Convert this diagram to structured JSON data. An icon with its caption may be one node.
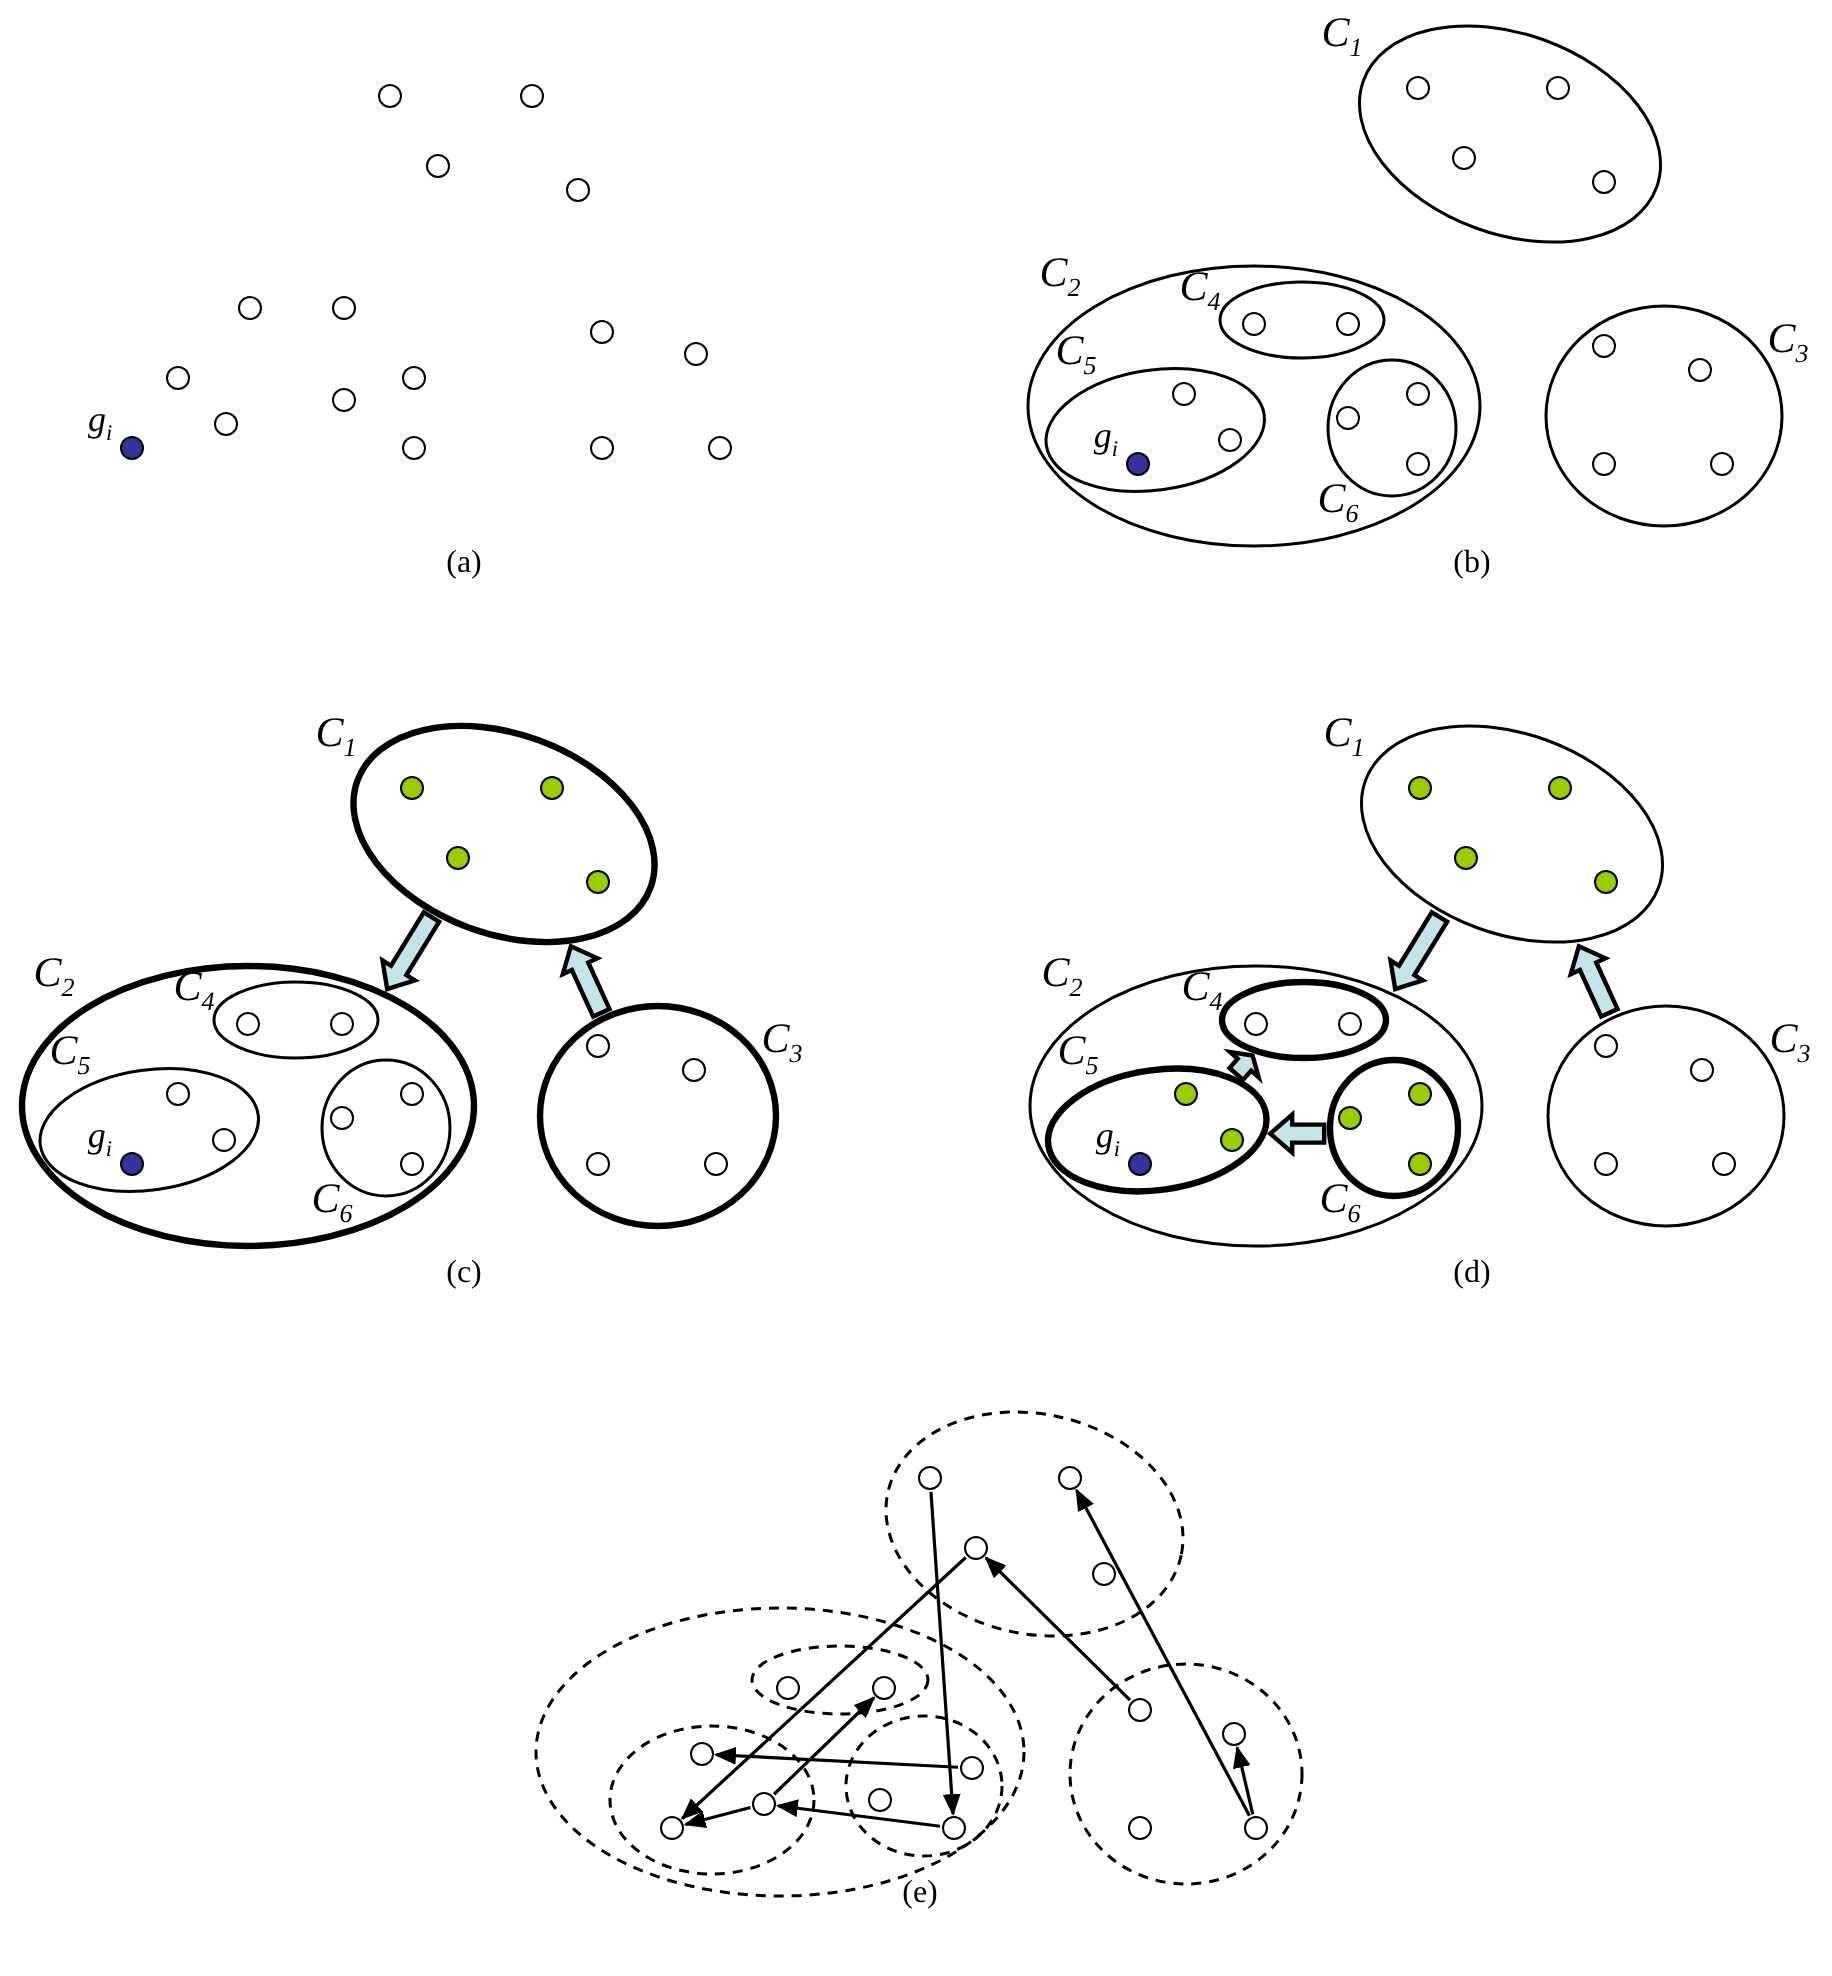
{
  "diagram": {
    "nodes": [
      {
        "text": [],
        "shape": "circle"
      },
      {
        "text": [],
        "shape": "circle"
      },
      {
        "text": [],
        "shape": "circle"
      },
      {
        "text": [],
        "shape": "circle"
      },
      {
        "text": [],
        "shape": "circle"
      },
      {
        "text": [],
        "shape": "circle"
      },
      {
        "text": [],
        "shape": "circle"
      },
      {
        "text": [],
        "shape": "circle"
      },
      {
        "text": [],
        "shape": "circle"
      },
      {
        "text": [],
        "shape": "circle"
      },
      {
        "text": [],
        "shape": "circle"
      },
      {
        "text": [],
        "shape": "circle"
      },
      {
        "text": [],
        "shape": "circle",
        "beside": [
          "g$_{i}$"
        ]
      },
      {
        "text": [],
        "shape": "circle"
      },
      {
        "text": [],
        "shape": "circle"
      },
      {
        "text": [],
        "shape": "circle"
      },
      {
        "text": [
          "C$_{1}$"
        ]
      },
      {
        "text": [],
        "shape": "circle",
        "in": 16
      },
      {
        "text": [],
        "shape": "circle",
        "in": 16
      },
      {
        "text": [],
        "shape": "circle",
        "in": 16
      },
      {
        "text": [],
        "shape": "circle",
        "in": 16
      },
      {
        "text": [
          "C$_{2}$"
        ]
      },
      {
        "text": [
          "C$_{4}$"
        ],
        "in": 21
      },
      {
        "text": [],
        "shape": "circle",
        "in": 22
      },
      {
        "text": [],
        "shape": "circle",
        "in": 22
      },
      {
        "text": [
          "C$_{5}$"
        ],
        "in": 21
      },
      {
        "text": [],
        "shape": "circle",
        "in": 25
      },
      {
        "text": [],
        "shape": "circle",
        "in": 25
      },
      {
        "text": [],
        "shape": "circle",
        "in": 25,
        "beside": [
          "g$_{i}$"
        ]
      },
      {
        "text": [
          "C$_{6}$"
        ],
        "in": 21
      },
      {
        "text": [],
        "shape": "circle",
        "in": 29
      },
      {
        "text": [],
        "shape": "circle",
        "in": 29
      },
      {
        "text": [],
        "shape": "circle",
        "in": 29
      },
      {
        "text": [
          "C$_{3}$"
        ]
      },
      {
        "text": [],
        "shape": "circle",
        "in": 33
      },
      {
        "text": [],
        "shape": "circle",
        "in": 33
      },
      {
        "text": [],
        "shape": "circle",
        "in": 33
      },
      {
        "text": [],
        "shape": "circle",
        "in": 33
      },
      {
        "text": [
          "C$_{1}$"
        ]
      },
      {
        "text": [],
        "shape": "circle",
        "in": 38
      },
      {
        "text": [],
        "shape": "circle",
        "in": 38
      },
      {
        "text": [],
        "shape": "circle",
        "in": 38
      },
      {
        "text": [],
        "shape": "circle",
        "in": 38
      },
      {
        "text": [
          "C$_{2}$"
        ]
      },
      {
        "text": [
          "C$_{4}$"
        ],
        "in": 43
      },
      {
        "text": [],
        "shape": "circle",
        "in": 44
      },
      {
        "text": [],
        "shape": "circle",
        "in": 44
      },
      {
        "text": [
          "C$_{5}$"
        ],
        "in": 43
      },
      {
        "text": [],
        "shape": "circle",
        "in": 47
      },
      {
        "text": [],
        "shape": "circle",
        "in": 47
      },
      {
        "text": [],
        "shape": "circle",
        "in": 47,
        "beside": [
          "g$_{i}$"
        ]
      },
      {
        "text": [
          "C$_{6}$"
        ],
        "in": 43
      },
      {
        "text": [],
        "shape": "circle",
        "in": 51
      },
      {
        "text": [],
        "shape": "circle",
        "in": 51
      },
      {
        "text": [],
        "shape": "circle",
        "in": 51
      },
      {
        "text": [
          "C$_{3}$"
        ]
      },
      {
        "text": [],
        "shape": "circle",
        "in": 55
      },
      {
        "text": [],
        "shape": "circle",
        "in": 55
      },
      {
        "text": [],
        "shape": "circle",
        "in": 55
      },
      {
        "text": [],
        "shape": "circle",
        "in": 55
      },
      {
        "text": [
          "C$_{1}$"
        ]
      },
      {
        "text": [],
        "shape": "circle",
        "in": 60
      },
      {
        "text": [],
        "shape": "circle",
        "in": 60
      },
      {
        "text": [],
        "shape": "circle",
        "in": 60
      },
      {
        "text": [],
        "shape": "circle",
        "in": 60
      },
      {
        "text": [
          "C$_{2}$"
        ]
      },
      {
        "text": [
          "C$_{4}$"
        ],
        "in": 65
      },
      {
        "text": [],
        "shape": "circle",
        "in": 66
      },
      {
        "text": [],
        "shape": "circle",
        "in": 66
      },
      {
        "text": [
          "C$_{5}$"
        ],
        "in": 65
      },
      {
        "text": [],
        "shape": "circle",
        "in": 69
      },
      {
        "text": [],
        "shape": "circle",
        "in": 69
      },
      {
        "text": [],
        "shape": "circle",
        "in": 69,
        "beside": [
          "g$_{i}$"
        ]
      },
      {
        "text": [
          "C$_{6}$"
        ],
        "in": 65
      },
      {
        "text": [],
        "shape": "circle",
        "in": 73
      },
      {
        "text": [],
        "shape": "circle",
        "in": 73
      },
      {
        "text": [],
        "shape": "circle",
        "in": 73
      },
      {
        "text": [
          "C$_{3}$"
        ]
      },
      {
        "text": [],
        "shape": "circle",
        "in": 77
      },
      {
        "text": [],
        "shape": "circle",
        "in": 77
      },
      {
        "text": [],
        "shape": "circle",
        "in": 77
      },
      {
        "text": [],
        "shape": "circle",
        "in": 77
      },
      {
        "text": [],
        "shape": "ellipse"
      },
      {
        "text": [],
        "shape": "circle",
        "in": 82
      },
      {
        "text": [],
        "shape": "circle",
        "in": 82
      },
      {
        "text": [],
        "shape": "circle",
        "in": 82
      },
      {
        "text": [],
        "shape": "circle",
        "in": 82
      },
      {
        "text": [],
        "shape": "ellipse"
      },
      {
        "text": [],
        "shape": "ellipse",
        "in": 87
      },
      {
        "text": [],
        "shape": "circle",
        "in": 88
      },
      {
        "text": [],
        "shape": "circle",
        "in": 88
      },
      {
        "text": [],
        "shape": "ellipse",
        "in": 87
      },
      {
        "text": [],
        "shape": "circle",
        "in": 91
      },
      {
        "text": [],
        "shape": "circle",
        "in": 91
      },
      {
        "text": [],
        "shape": "circle",
        "in": 91
      },
      {
        "text": [],
        "shape": "ellipse",
        "in": 87
      },
      {
        "text": [],
        "shape": "circle",
        "in": 95
      },
      {
        "text": [],
        "shape": "circle",
        "in": 95
      },
      {
        "text": [],
        "shape": "circle",
        "in": 95
      },
      {
        "text": [],
        "shape": "ellipse"
      },
      {
        "text": [],
        "shape": "circle",
        "in": 99
      },
      {
        "text": [],
        "shape": "circle",
        "in": 99
      },
      {
        "text": [],
        "shape": "circle",
        "in": 99
      },
      {
        "text": [],
        "shape": "circle",
        "in": 99
      }
    ],
    "edges": [
      {
        "from": 38,
        "to": 43,
        "arrow": "to",
        "style": "thick",
        "color": "#c5e4ea"
      },
      {
        "from": 55,
        "to": 38,
        "arrow": "to",
        "style": "thick",
        "color": "#c5e4ea"
      },
      {
        "from": 60,
        "to": 65,
        "arrow": "to",
        "style": "thick",
        "color": "#c5e4ea"
      },
      {
        "from": 77,
        "to": 60,
        "arrow": "to",
        "style": "thick",
        "color": "#c5e4ea"
      },
      {
        "from": 69,
        "to": 66,
        "arrow": "to",
        "style": "thick",
        "color": "#c5e4ea"
      },
      {
        "from": 73,
        "to": 69,
        "arrow": "to",
        "style": "thick",
        "color": "#c5e4ea"
      },
      {
        "from": 83,
        "to": 98,
        "arrow": "to"
      },
      {
        "from": 85,
        "to": 94,
        "arrow": "to"
      },
      {
        "from": 100,
        "to": 85,
        "arrow": "to"
      },
      {
        "from": 103,
        "to": 84,
        "arrow": "to"
      },
      {
        "from": 103,
        "to": 101,
        "arrow": "to"
      },
      {
        "from": 96,
        "to": 92,
        "arrow": "to"
      },
      {
        "from": 98,
        "to": 93,
        "arrow": "to"
      },
      {
        "from": 93,
        "to": 90,
        "arrow": "to"
      },
      {
        "from": 93,
        "to": 94,
        "arrow": "to"
      }
    ],
    "labels": [
      "(a)",
      "(b)",
      "(c)",
      "(d)",
      "(e)"
    ]
  }
}
